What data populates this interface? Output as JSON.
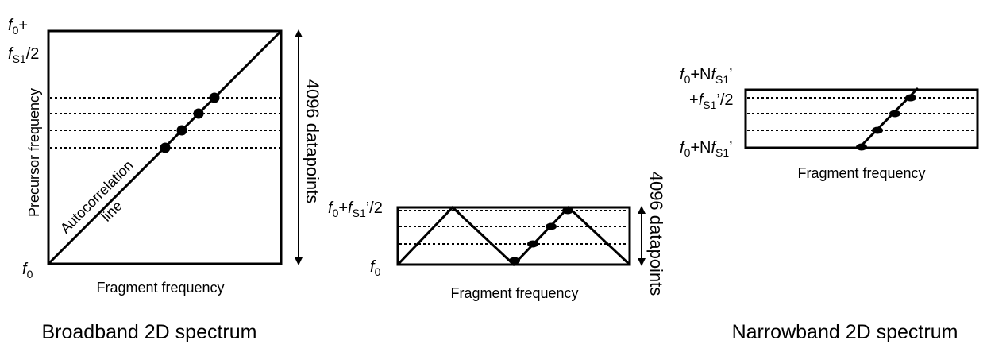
{
  "broadband": {
    "caption": "Broadband 2D spectrum",
    "xlabel": "Fragment frequency",
    "ylabel": "Precursor frequency",
    "top_label": {
      "f": "f",
      "zero": "0",
      "plus": "+",
      "fs": "f",
      "s1": "S1",
      "half": "/2"
    },
    "bottom_label": {
      "f": "f",
      "zero": "0"
    },
    "autocorrelation_line1": "Autocorrelation",
    "autocorrelation_line2": "line",
    "datapoints": "4096 datapoints"
  },
  "folded": {
    "xlabel": "Fragment frequency",
    "top_label": {
      "f": "f",
      "zero": "0",
      "plus": "+",
      "fs": "f",
      "s1": "S1",
      "tail": "’/2"
    },
    "bottom_label": {
      "f": "f",
      "zero": "0"
    },
    "datapoints": "4096 datapoints"
  },
  "narrowband": {
    "caption": "Narrowband 2D spectrum",
    "xlabel": "Fragment frequency",
    "top_label": {
      "f": "f",
      "zero": "0",
      "plusN": "+N",
      "fs": "f",
      "s1": "S1",
      "prime": "’"
    },
    "top_label_line2": {
      "plus": "+",
      "fs": "f",
      "s1": "S1",
      "tail": "’/2"
    },
    "bottom_label": {
      "f": "f",
      "zero": "0",
      "plusN": "+N",
      "fs": "f",
      "s1": "S1",
      "prime": "’"
    }
  }
}
